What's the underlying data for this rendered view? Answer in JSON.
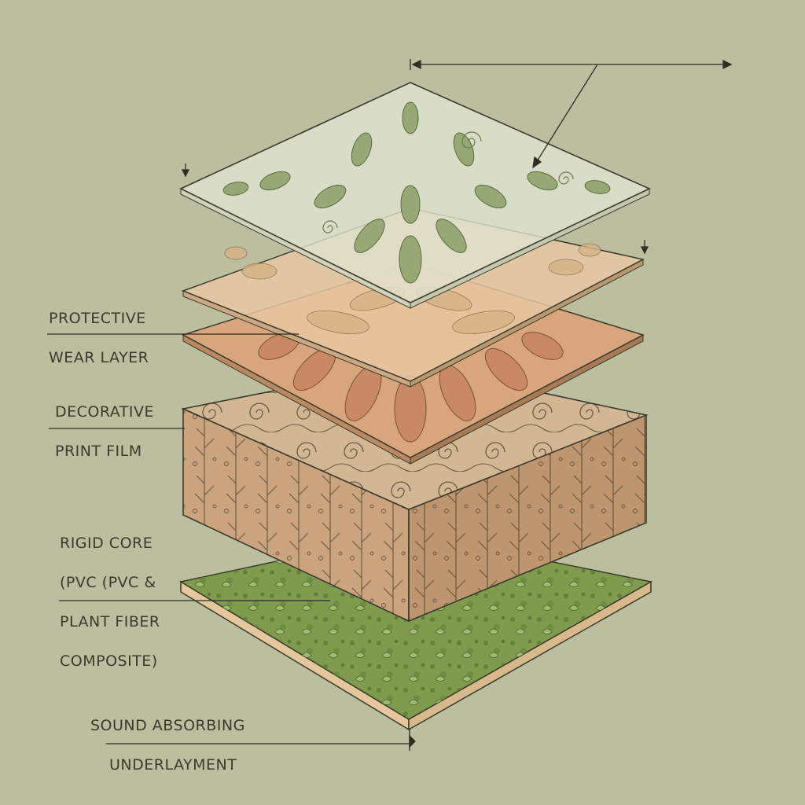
{
  "labels": {
    "protective": [
      "PROTECTIVE",
      "WEAR LAYER"
    ],
    "decorative": [
      "DECORATIVE",
      "PRINT FILM"
    ],
    "core": [
      "RIGID CORE",
      "(PVC (PVC &",
      "PLANT FIBER",
      "COMPOSITE)"
    ],
    "underlay": [
      "SOUND ABSORBING",
      "UNDERLAYMENT"
    ]
  },
  "colors": {
    "background": "#bcbf9f",
    "ink": "#3b3a2e",
    "wear_layer": "#dfe2cf",
    "leaf": "#8fa36a",
    "print_film": "#e6c7a2",
    "orange_film": "#d9a57c",
    "petal": "#c98663",
    "core_top": "#d2b795",
    "core_side": "#c9a47e",
    "underlay_top": "#7f9b4e",
    "underlay_edge": "#e4c79c"
  }
}
